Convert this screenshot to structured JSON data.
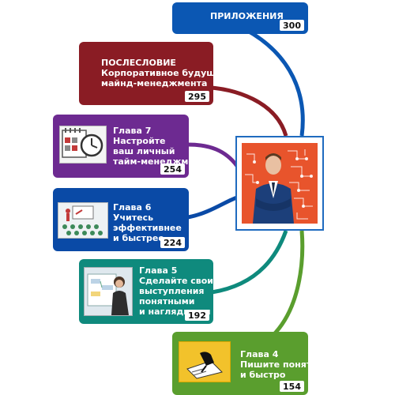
{
  "colors": {
    "blue": "#0b57b3",
    "maroon": "#8a1c24",
    "purple": "#6d2a91",
    "blue2": "#0a4aa6",
    "teal": "#0f8a7d",
    "green": "#5a9e2e"
  },
  "cards": [
    {
      "id": "appendix",
      "lines": [
        "ПРИЛОЖЕНИЯ"
      ],
      "page": "300",
      "color": "#0b57b3"
    },
    {
      "id": "afterword",
      "lines": [
        "ПОСЛЕСЛОВИЕ",
        "Корпоративное будущее",
        "майнд-менеджмента"
      ],
      "page": "295",
      "color": "#8a1c24"
    },
    {
      "id": "ch7",
      "lines": [
        "Глава 7",
        "Настройте",
        "ваш личный",
        "тайм-менеджмент"
      ],
      "page": "254",
      "color": "#6d2a91",
      "icon": "calendar-clock-icon"
    },
    {
      "id": "ch6",
      "lines": [
        "Глава 6",
        "Учитесь",
        "эффективнее",
        "и быстрее"
      ],
      "page": "224",
      "color": "#0a4aa6",
      "icon": "presentation-audience-icon"
    },
    {
      "id": "ch5",
      "lines": [
        "Глава 5",
        "Сделайте свои",
        "выступления",
        "понятными",
        "и наглядными"
      ],
      "page": "192",
      "color": "#0f8a7d",
      "icon": "speaker-woman-icon"
    },
    {
      "id": "ch4",
      "lines": [
        "Глава 4",
        "Пишите понятно",
        "и быстро"
      ],
      "page": "154",
      "color": "#5a9e2e",
      "icon": "writing-hand-icon"
    }
  ],
  "center": {
    "icon": "author-portrait-icon"
  }
}
